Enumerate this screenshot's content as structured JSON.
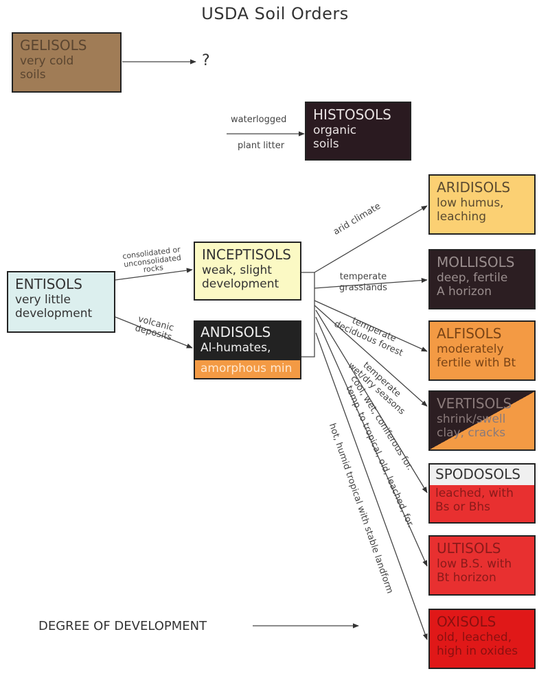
{
  "title": "USDA Soil Orders",
  "gelisols": {
    "name": "GELISOLS",
    "desc1": "very cold",
    "desc2": "soils",
    "target": "?"
  },
  "histosols": {
    "name": "HISTOSOLS",
    "desc1": "organic",
    "desc2": "soils",
    "in_top": "waterlogged",
    "in_bottom": "plant litter"
  },
  "entisols": {
    "name": "ENTISOLS",
    "desc1": "very little",
    "desc2": "development"
  },
  "inceptisols": {
    "name": "INCEPTISOLS",
    "desc1": "weak, slight",
    "desc2": "development"
  },
  "andisols": {
    "name": "ANDISOLS",
    "desc1": "Al-humates,",
    "desc2": "amorphous min"
  },
  "aridisols": {
    "name": "ARIDISOLS",
    "desc1": "low humus,",
    "desc2": "leaching"
  },
  "mollisols": {
    "name": "MOLLISOLS",
    "desc1": "deep, fertile",
    "desc2": "A horizon"
  },
  "alfisols": {
    "name": "ALFISOLS",
    "desc1": "moderately",
    "desc2": "fertile with Bt"
  },
  "vertisols": {
    "name": "VERTISOLS",
    "desc1": "shrink/swell",
    "desc2": "clay, cracks"
  },
  "spodosols": {
    "name": "SPODOSOLS",
    "desc1": "leached, with",
    "desc2": "Bs or Bhs"
  },
  "ultisols": {
    "name": "ULTISOLS",
    "desc1": "low B.S. with",
    "desc2": "Bt horizon"
  },
  "oxisols": {
    "name": "OXISOLS",
    "desc1": "old, leached,",
    "desc2": "high in oxides"
  },
  "edges": {
    "consolidated": {
      "line1": "consolidated or",
      "line2": "unconsolidated",
      "line3": "rocks"
    },
    "volcanic": {
      "line1": "volcanic",
      "line2": "deposits"
    },
    "arid": "arid climate",
    "temperate_grass": {
      "line1": "temperate",
      "line2": "grasslands"
    },
    "temperate_forest": {
      "line1": "temperate",
      "line2": "deciduous forest"
    },
    "wet_dry": {
      "line1": "temperate",
      "line2": "wet/dry seasons"
    },
    "coniferous": "cool, wet, coniferous for.",
    "temp_tropical": "temp. to tropical, old, leached, for.",
    "hot_humid": "hot, humid tropical with stable landform"
  },
  "degree": "DEGREE OF DEVELOPMENT"
}
